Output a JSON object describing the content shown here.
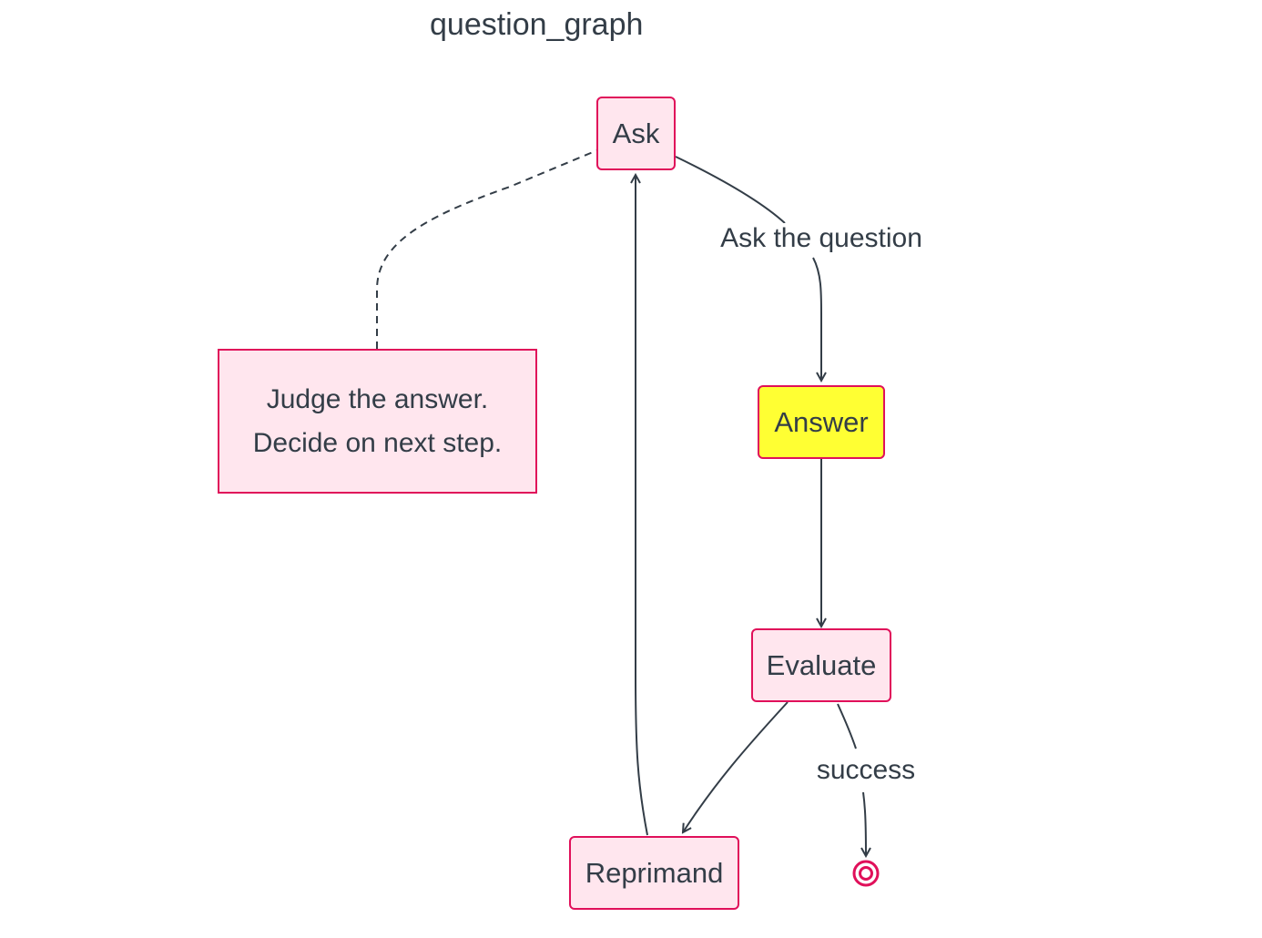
{
  "diagram": {
    "title": "question_graph",
    "nodes": {
      "ask": "Ask",
      "answer": "Answer",
      "evaluate": "Evaluate",
      "reprimand": "Reprimand"
    },
    "note": {
      "line1": "Judge the answer.",
      "line2": "Decide on next step."
    },
    "edge_labels": {
      "ask_to_answer": "Ask the question",
      "evaluate_to_end": "success"
    },
    "colors": {
      "node_fill": "#ffe6ee",
      "node_border": "#e0105a",
      "highlight_fill": "#ffff33",
      "edge": "#333d47",
      "text": "#333d47"
    }
  }
}
